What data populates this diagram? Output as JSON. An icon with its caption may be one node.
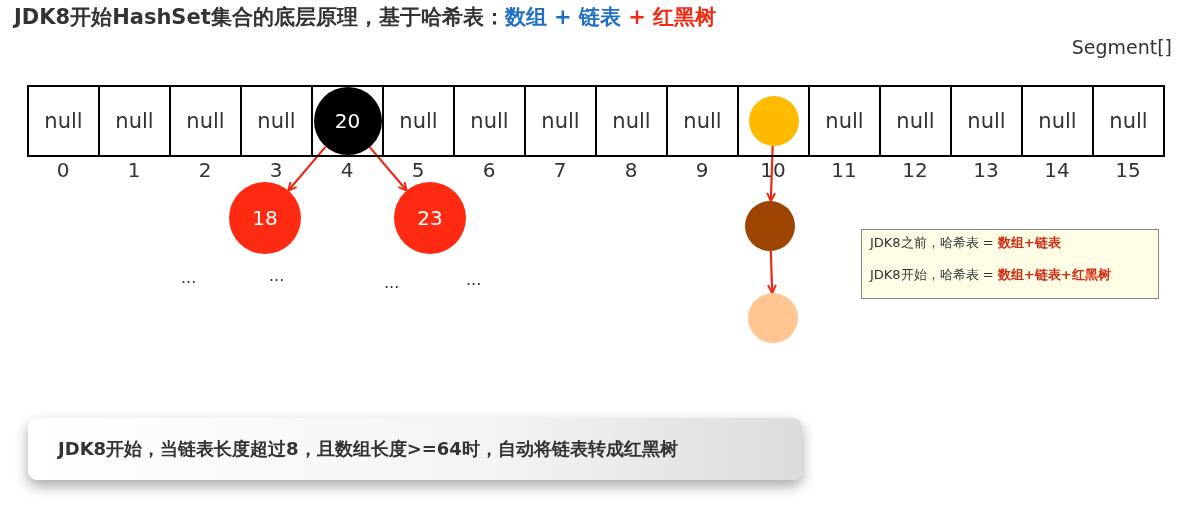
{
  "diagram": {
    "title": "JDK8开始HashSet集合的底层原理，基于哈希表：**数组 + 链表** *+ 红黑树*",
    "nodes": [
      {
        "text": [
          "null"
        ],
        "beside": [
          "0"
        ]
      },
      {
        "text": [
          "null"
        ],
        "beside": [
          "1"
        ]
      },
      {
        "text": [
          "null"
        ],
        "beside": [
          "2"
        ]
      },
      {
        "text": [
          "null"
        ],
        "beside": [
          "3"
        ]
      },
      {
        "text": [],
        "shape": "box",
        "beside": [
          "4"
        ]
      },
      {
        "text": [
          "null"
        ],
        "beside": [
          "5"
        ]
      },
      {
        "text": [
          "null"
        ],
        "beside": [
          "6"
        ]
      },
      {
        "text": [
          "null"
        ],
        "beside": [
          "7"
        ]
      },
      {
        "text": [
          "null"
        ],
        "beside": [
          "8"
        ]
      },
      {
        "text": [
          "null"
        ],
        "beside": [
          "9"
        ]
      },
      {
        "text": [],
        "shape": "box",
        "beside": [
          "10"
        ]
      },
      {
        "text": [
          "null"
        ],
        "beside": [
          "11"
        ]
      },
      {
        "text": [
          "null"
        ],
        "beside": [
          "12"
        ]
      },
      {
        "text": [
          "null"
        ],
        "beside": [
          "13"
        ]
      },
      {
        "text": [
          "null"
        ],
        "beside": [
          "14"
        ]
      },
      {
        "text": [
          "null"
        ],
        "beside": [
          "15"
        ]
      },
      {
        "text": [
          "20"
        ],
        "in": 4
      },
      {
        "text": [
          "18"
        ]
      },
      {
        "text": [
          "23"
        ]
      },
      {
        "text": [],
        "shape": "circle",
        "in": 10
      },
      {
        "text": [],
        "shape": "circle"
      },
      {
        "text": [],
        "shape": "circle"
      },
      {
        "text": [
          "JDK8之前，哈希表 = **数组+链表**",
          "JDK8开始，哈希表 = **数组+链表+红黑树**"
        ]
      },
      {
        "text": [
          "JDK8开始，当链表长度超过8，且数组长度>=64时，自动将链表转成红黑树"
        ]
      }
    ],
    "edges": [
      {
        "from": 16,
        "to": 17,
        "arrow": "to"
      },
      {
        "from": 16,
        "to": 18,
        "arrow": "to"
      },
      {
        "from": 19,
        "to": 20,
        "arrow": "to"
      },
      {
        "from": 20,
        "to": 21,
        "arrow": "to"
      }
    ],
    "labels": [
      "Segment[]",
      "...",
      "...",
      "...",
      "..."
    ]
  }
}
